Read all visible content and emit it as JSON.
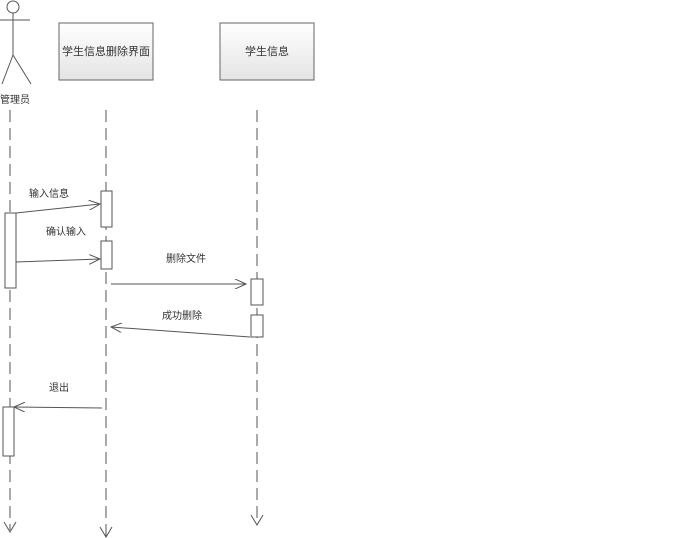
{
  "actor": {
    "label": "管理员"
  },
  "objects": [
    {
      "id": "ui",
      "label": "学生信息删除界面"
    },
    {
      "id": "data",
      "label": "学生信息"
    }
  ],
  "messages": [
    {
      "label": "输入信息",
      "from": "管理员",
      "to": "学生信息删除界面"
    },
    {
      "label": "确认输入",
      "from": "管理员",
      "to": "学生信息删除界面"
    },
    {
      "label": "删除文件",
      "from": "学生信息删除界面",
      "to": "学生信息"
    },
    {
      "label": "成功删除",
      "from": "学生信息",
      "to": "学生信息删除界面"
    },
    {
      "label": "退出",
      "from": "学生信息删除界面",
      "to": "管理员"
    }
  ],
  "colors": {
    "line": "#555555",
    "box_top": "#ffffff",
    "box_bottom": "#e6e6e6"
  }
}
